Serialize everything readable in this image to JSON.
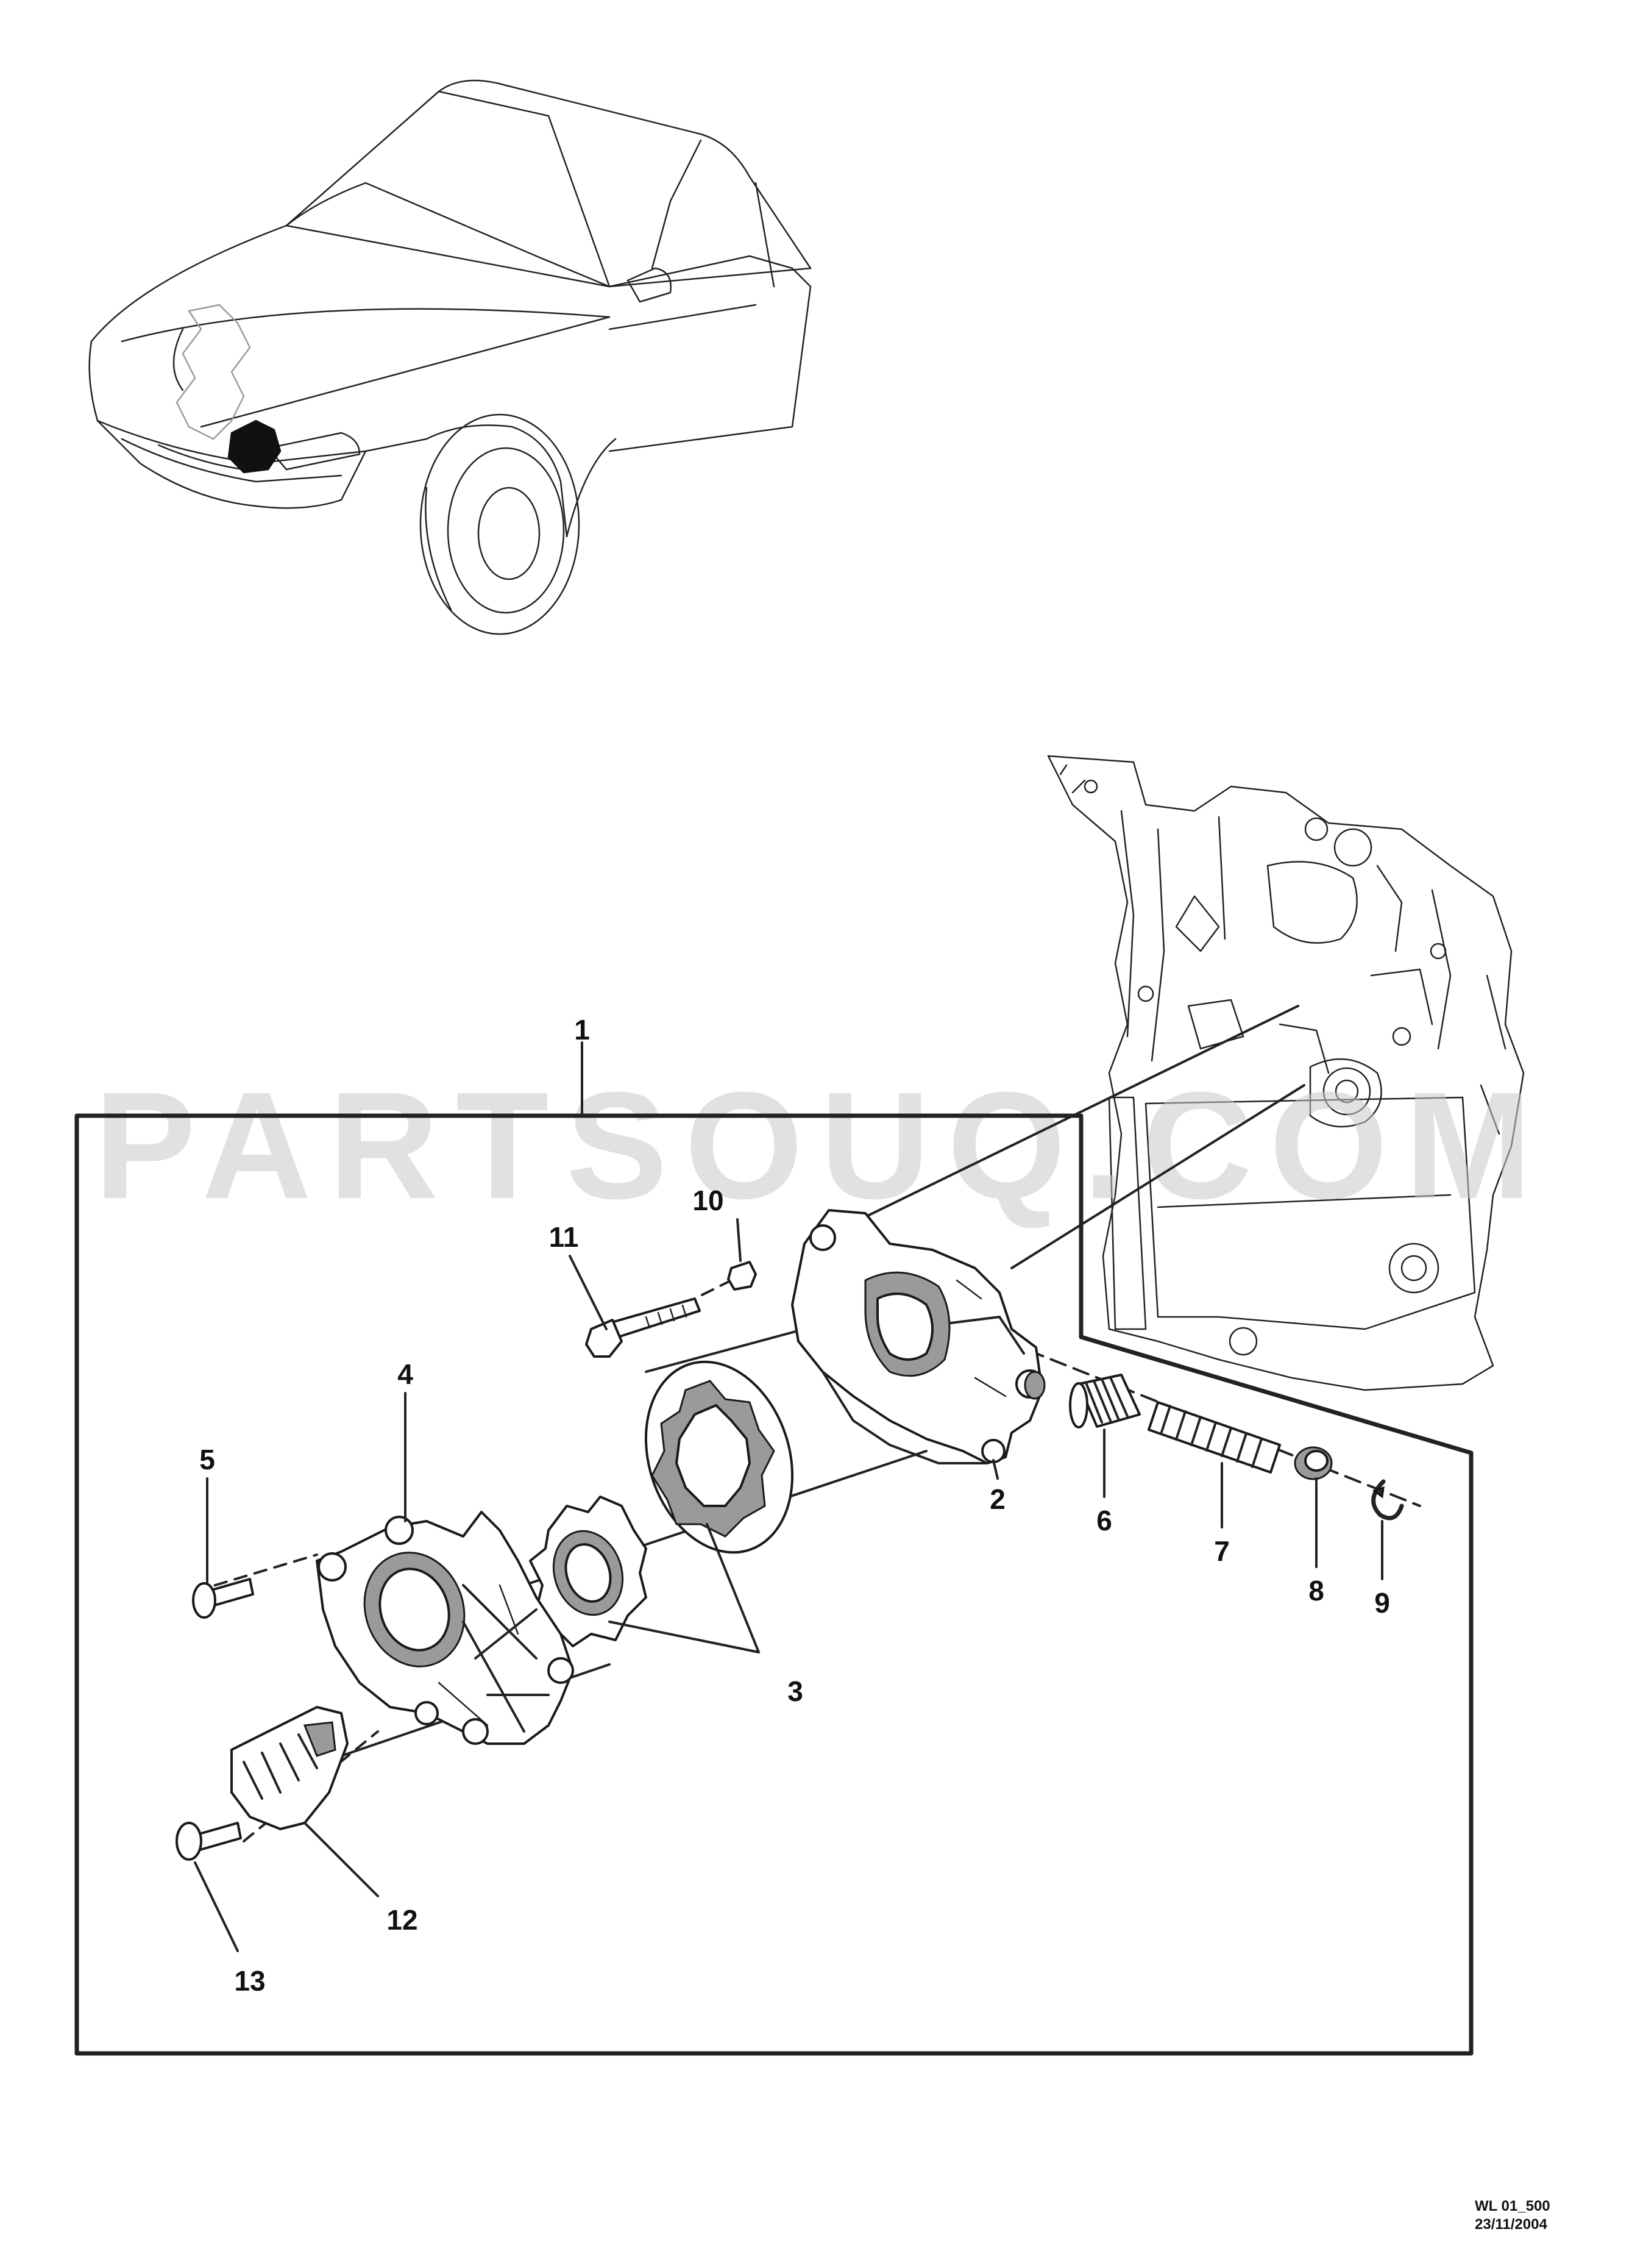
{
  "diagram": {
    "callouts": [
      "1",
      "2",
      "3",
      "4",
      "5",
      "6",
      "7",
      "8",
      "9",
      "10",
      "11",
      "12",
      "13"
    ],
    "watermark": "PARTSOUQ.COM",
    "drawing_code": "WL 01_500",
    "drawing_date": "23/11/2004"
  }
}
